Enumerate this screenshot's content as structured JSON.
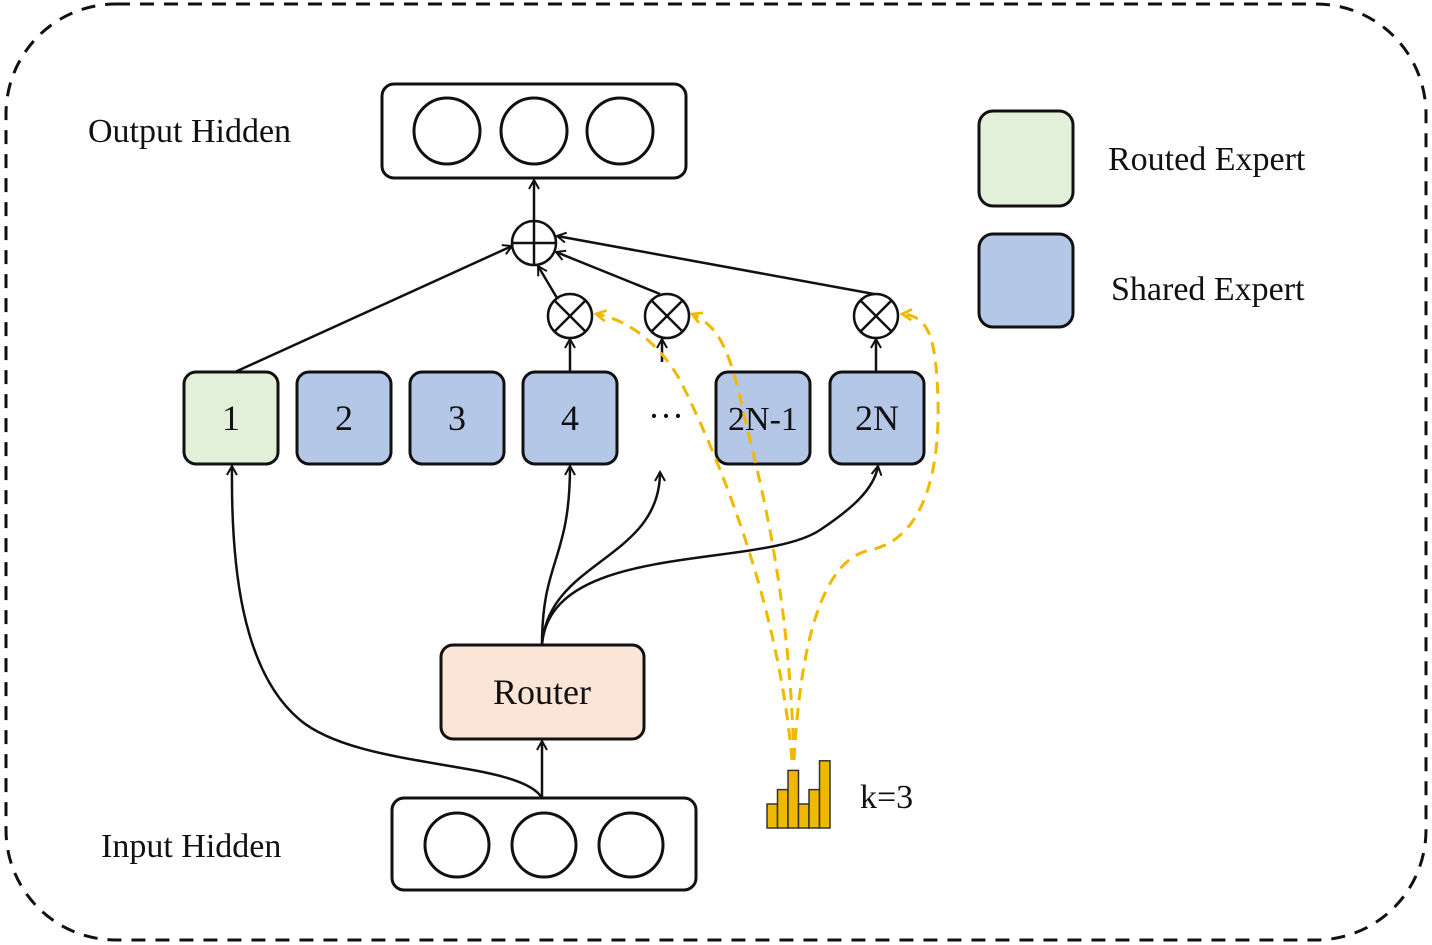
{
  "labels": {
    "output_hidden": "Output Hidden",
    "input_hidden": "Input Hidden",
    "router": "Router",
    "ellipsis": "···",
    "k_value": "k=3"
  },
  "experts": [
    {
      "label": "1",
      "type": "routed"
    },
    {
      "label": "2",
      "type": "shared"
    },
    {
      "label": "3",
      "type": "shared"
    },
    {
      "label": "4",
      "type": "shared"
    },
    {
      "label": "2N-1",
      "type": "shared"
    },
    {
      "label": "2N",
      "type": "shared"
    }
  ],
  "legend": [
    {
      "label": "Routed Expert",
      "color": "#e2efd9"
    },
    {
      "label": "Shared Expert",
      "color": "#b4c7e7"
    }
  ],
  "colors": {
    "routed": "#e2efd9",
    "shared": "#b4c7e7",
    "router": "#fbe5d6",
    "gate": "#f0b800",
    "stroke": "#111111"
  },
  "topk_histogram": [
    0.5,
    0.8,
    1.2,
    0.5,
    0.8,
    1.4
  ]
}
